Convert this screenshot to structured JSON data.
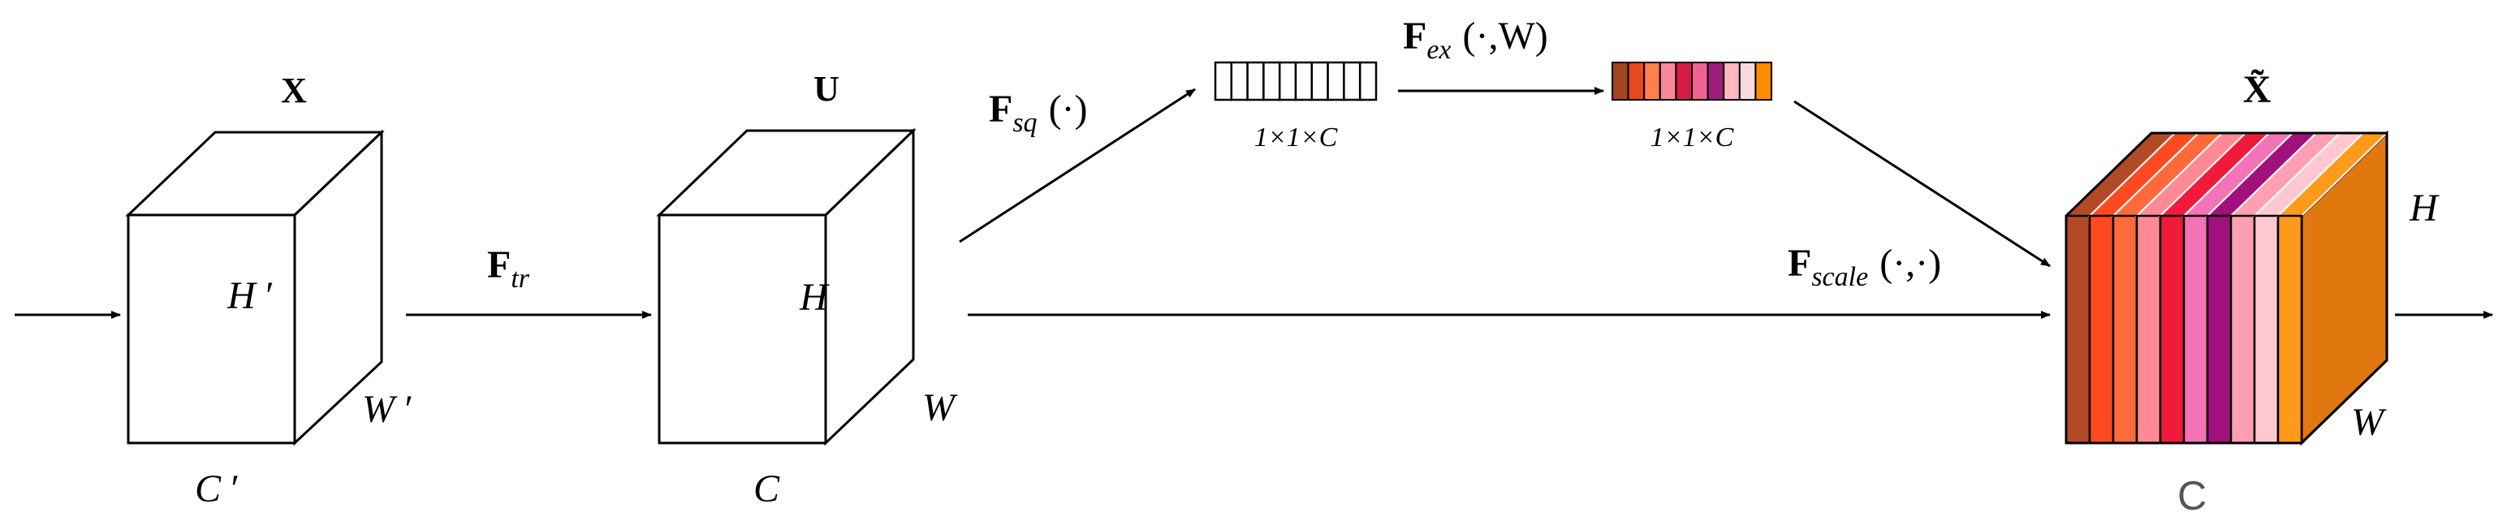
{
  "labels": {
    "x": "X",
    "h_prime": "H ′",
    "w_prime": "W ′",
    "c_prime": "C ′",
    "f_tr_main": "F",
    "f_tr_sub": "tr",
    "u": "U",
    "h": "H",
    "w": "W",
    "c": "C",
    "f_sq_main": "F",
    "f_sq_sub": "sq",
    "f_sq_args": "(·)",
    "vector_dims_1": "1×1×C",
    "f_ex_main": "F",
    "f_ex_sub": "ex",
    "f_ex_args": "(·,W)",
    "vector_dims_2": "1×1×C",
    "x_tilde": "X̃",
    "out_h": "H",
    "out_w": "W",
    "out_c": "C",
    "f_scale_main": "F",
    "f_scale_sub": "scale",
    "f_scale_args": "(·,·)"
  },
  "colors": {
    "line": "#000000",
    "cube_fill": "#ffffff",
    "excitation_bands": [
      "#a0461e",
      "#e8491d",
      "#ff7f50",
      "#f7879a",
      "#d81b45",
      "#f06292",
      "#9c1d7a",
      "#ffb6c1",
      "#fadadd",
      "#ff8c00"
    ],
    "output_bands": [
      "#b34a26",
      "#ff4a1f",
      "#ff6a3a",
      "#ff8a95",
      "#f21a3a",
      "#f472b6",
      "#a1107c",
      "#ff9fb1",
      "#ffc8d0",
      "#ff9a1a"
    ],
    "output_side": "#e0780f"
  }
}
